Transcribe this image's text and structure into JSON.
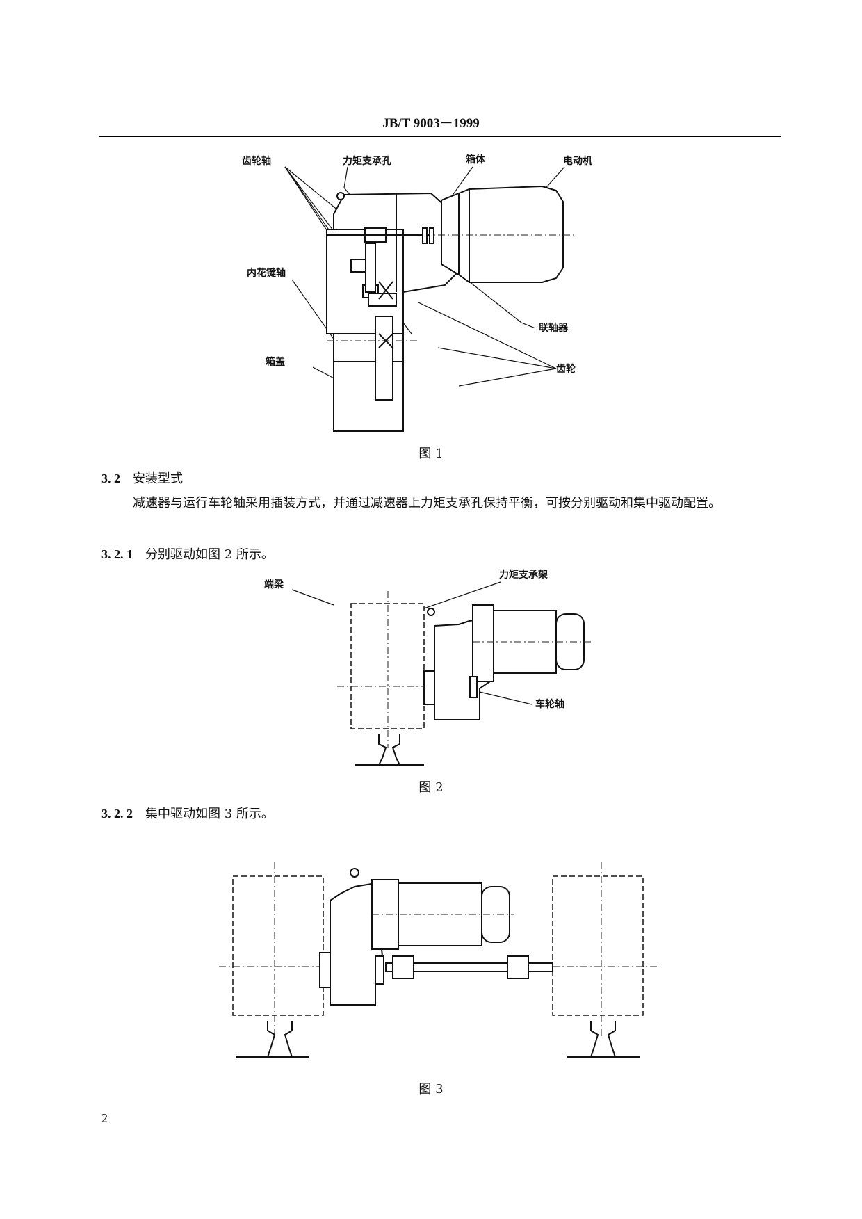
{
  "header": "JB/T  9003－1999",
  "figure1": {
    "labels": {
      "gear_shaft": "齿轮轴",
      "torque_hole": "力矩支承孔",
      "housing": "箱体",
      "motor": "电动机",
      "spline_shaft": "内花键轴",
      "coupling": "联轴器",
      "cover": "箱盖",
      "gear": "齿轮"
    },
    "caption": "图 1"
  },
  "section_3_2": {
    "number": "3. 2",
    "title": "安装型式"
  },
  "paragraph_1": "减速器与运行车轮轴采用插装方式，并通过减速器上力矩支承孔保持平衡，可按分别驱动和集中驱动配置。",
  "section_3_2_1": {
    "number": "3. 2. 1",
    "text": "分别驱动如图 2 所示。"
  },
  "figure2": {
    "labels": {
      "end_beam": "端梁",
      "torque_bracket": "力矩支承架",
      "wheel_axle": "车轮轴"
    },
    "caption": "图 2"
  },
  "section_3_2_2": {
    "number": "3. 2. 2",
    "text": "集中驱动如图 3 所示。"
  },
  "figure3": {
    "caption": "图 3"
  },
  "page_number": "2"
}
